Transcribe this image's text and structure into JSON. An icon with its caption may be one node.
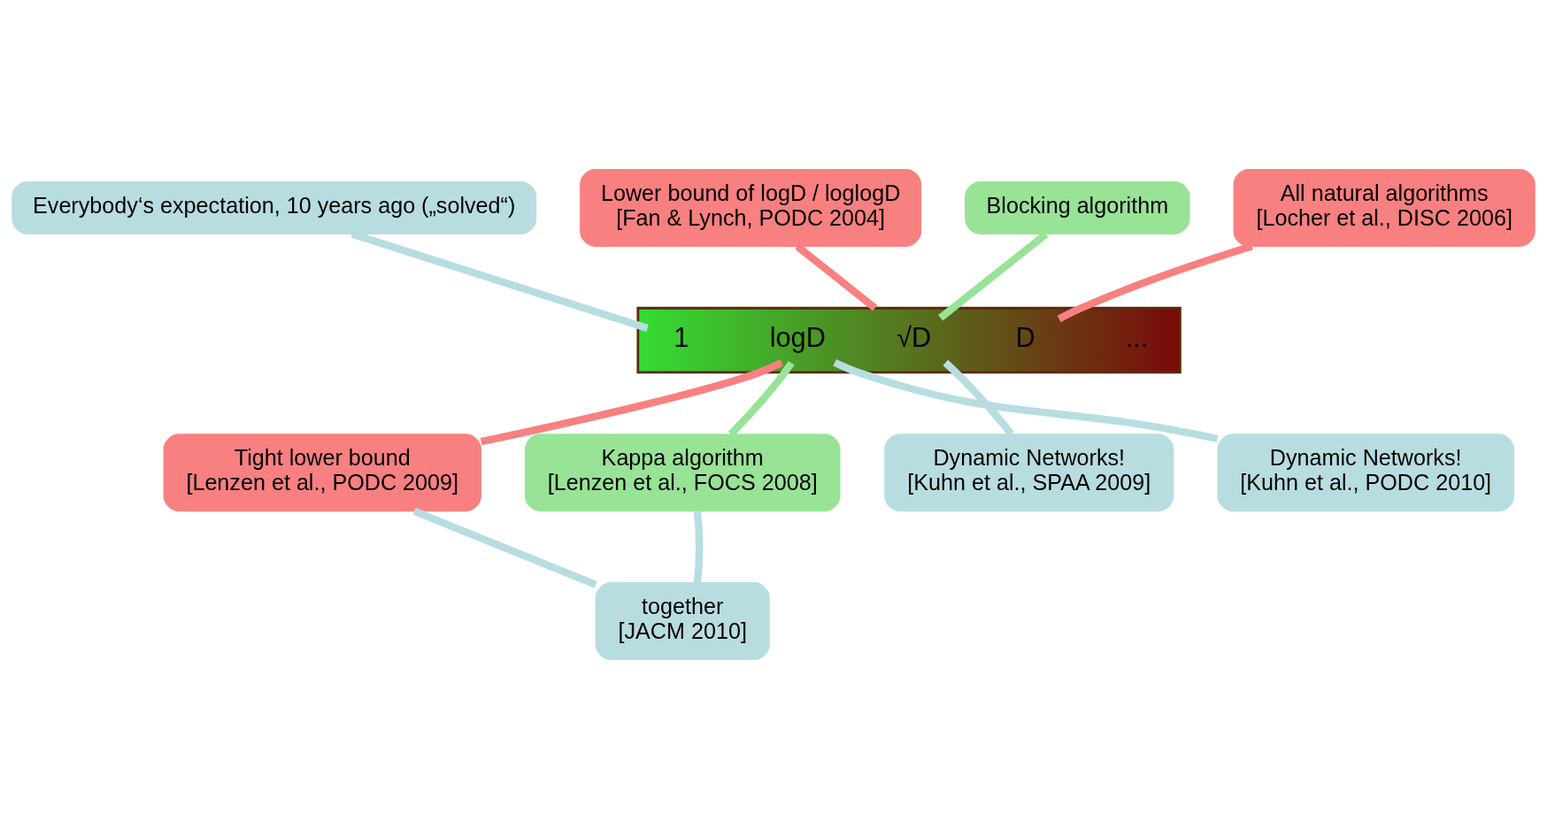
{
  "diagram": {
    "nodes": [
      {
        "text": [],
        "shape": "arrow"
      },
      {
        "text": [
          "1"
        ],
        "in": 0
      },
      {
        "text": [
          "logD"
        ],
        "in": 0
      },
      {
        "text": [
          "√D"
        ],
        "in": 0
      },
      {
        "text": [
          "D"
        ],
        "in": 0
      },
      {
        "text": [
          "..."
        ],
        "in": 0
      },
      {
        "text": [
          "Everybody‘s expectation, 10 years ago („solved“)"
        ]
      },
      {
        "text": [
          "Lower bound of logD / loglogD",
          "[Fan & Lynch, PODC 2004]"
        ]
      },
      {
        "text": [
          "Blocking algorithm"
        ]
      },
      {
        "text": [
          "All natural algorithms",
          "[Locher et al., DISC 2006]"
        ]
      },
      {
        "text": [
          "Tight lower bound",
          "[Lenzen et al., PODC 2009]"
        ]
      },
      {
        "text": [
          "Kappa algorithm",
          "[Lenzen et al., FOCS 2008]"
        ]
      },
      {
        "text": [
          "together",
          "[JACM 2010]"
        ]
      },
      {
        "text": [
          "Dynamic Networks!",
          "[Kuhn et al., SPAA 2009]"
        ]
      },
      {
        "text": [
          "Dynamic Networks!",
          "[Kuhn et al., PODC 2010]"
        ]
      }
    ],
    "edges": [
      {
        "from": 6,
        "to": 1,
        "arrow": "none",
        "color": "#b8dde1"
      },
      {
        "from": 7,
        "to": 0,
        "arrow": "none",
        "color": "#f98080"
      },
      {
        "from": 8,
        "to": 3,
        "arrow": "none",
        "color": "#98e396"
      },
      {
        "from": 9,
        "to": 4,
        "arrow": "none",
        "color": "#f98080"
      },
      {
        "from": 10,
        "to": 2,
        "arrow": "none",
        "color": "#f98080"
      },
      {
        "from": 11,
        "to": 2,
        "arrow": "none",
        "color": "#98e396"
      },
      {
        "from": 12,
        "to": 10,
        "arrow": "none",
        "color": "#b8dde1"
      },
      {
        "from": 12,
        "to": 11,
        "arrow": "none",
        "color": "#b8dde1"
      },
      {
        "from": 13,
        "to": 3,
        "arrow": "none",
        "color": "#b8dde1"
      },
      {
        "from": 14,
        "to": 2,
        "arrow": "none",
        "color": "#b8dde1"
      }
    ]
  }
}
